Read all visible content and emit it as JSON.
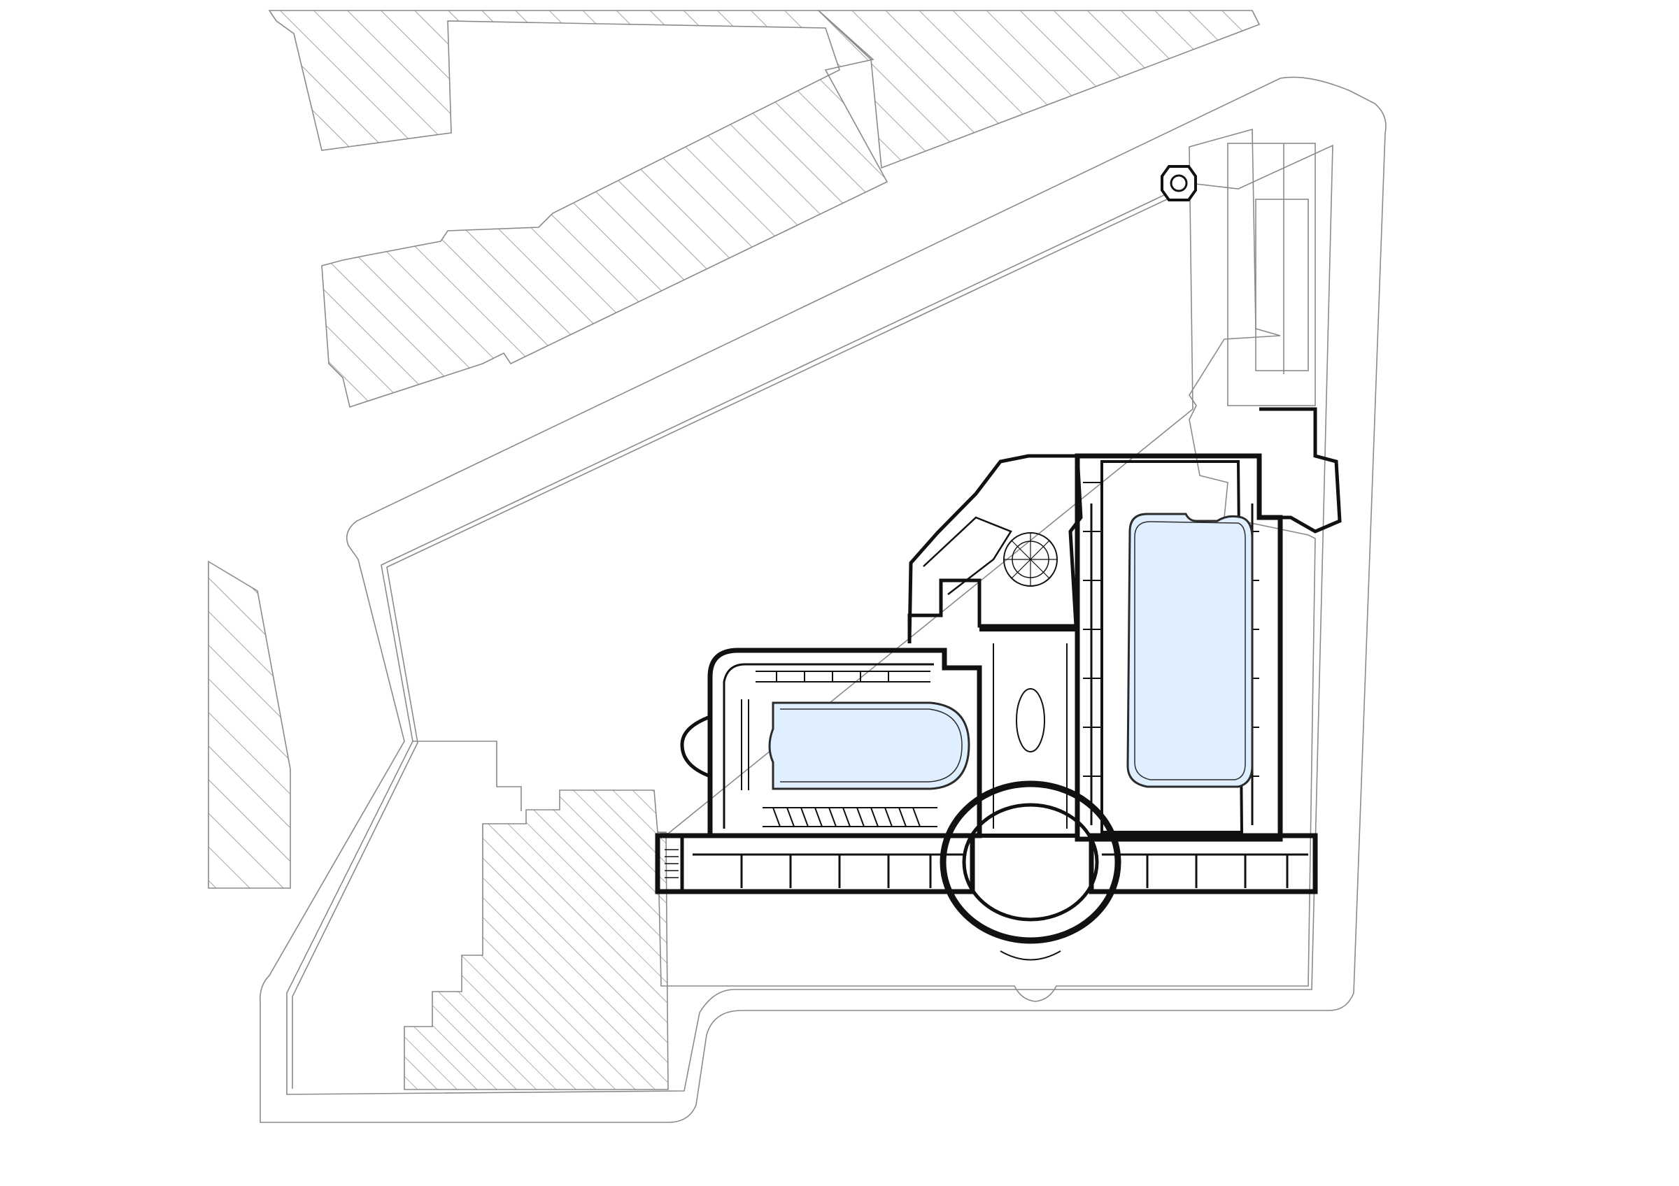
{
  "drawing": {
    "kind": "architectural-site-plan",
    "has_text_labels": false,
    "colors": {
      "background": "#ffffff",
      "linework": "#8a8a8a",
      "walls": "#111111",
      "hatch": "#8c8c8c",
      "pool_water": "#dfefff",
      "pool_edge": "#2b2b2b"
    },
    "elements": {
      "neighbouring_buildings": [
        "north-west-block",
        "north-east-block",
        "west-strip-block",
        "south-west-adjoining-block"
      ],
      "pools": [
        "large-pool-east",
        "small-pool-west"
      ],
      "features": [
        "octagonal-kiosk",
        "oval-rotunda",
        "circular-stair",
        "entrance-bay"
      ]
    }
  }
}
